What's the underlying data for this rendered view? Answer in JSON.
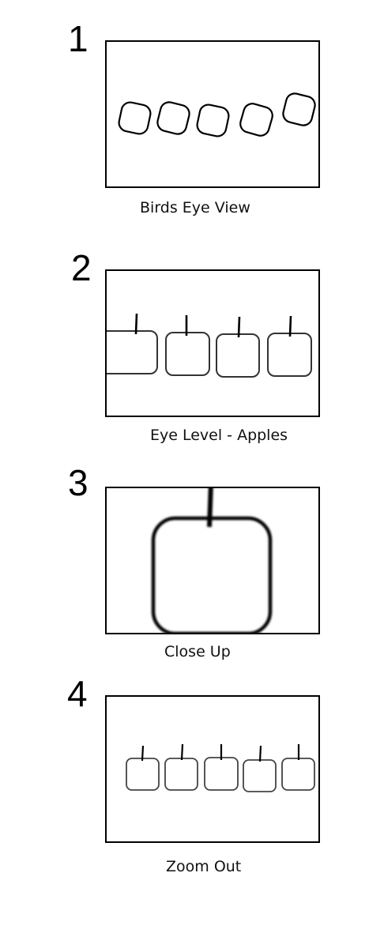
{
  "storyboard": {
    "panels": [
      {
        "number": "1",
        "caption": "Birds Eye View",
        "shot": "birds-eye",
        "object_count": 5
      },
      {
        "number": "2",
        "caption": "Eye Level - Apples",
        "shot": "eye-level",
        "object_count": 4
      },
      {
        "number": "3",
        "caption": "Close Up",
        "shot": "close-up",
        "object_count": 1
      },
      {
        "number": "4",
        "caption": "Zoom Out",
        "shot": "zoom-out",
        "object_count": 5
      }
    ]
  }
}
